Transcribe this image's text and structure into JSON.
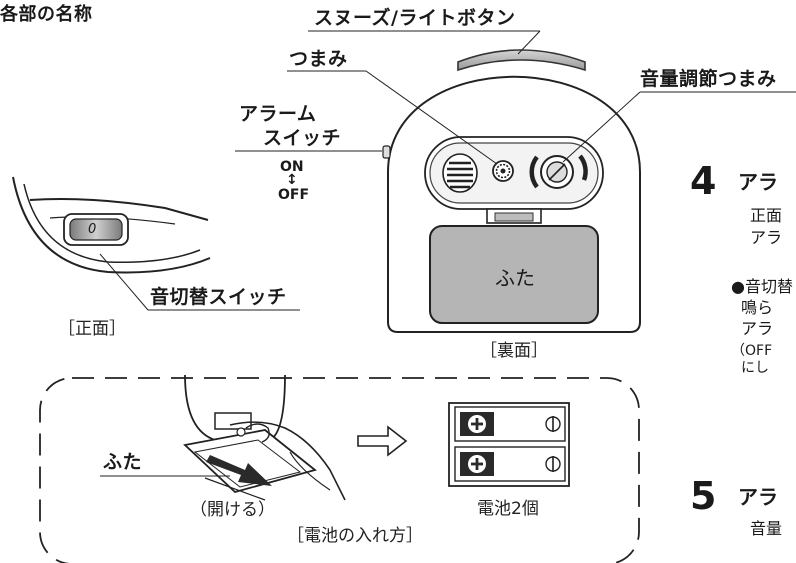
{
  "heading": "各部の名称",
  "labels": {
    "snooze": "スヌーズ/ライトボタン",
    "knob": "つまみ",
    "volume": "音量調節つまみ",
    "alarm_line1": "アラーム",
    "alarm_line2": "スイッチ",
    "on": "ON",
    "arrow": "↕",
    "off": "OFF",
    "sound_switch": "音切替スイッチ",
    "front": "［正面］",
    "back": "［裏面］",
    "lid_on_back": "ふた",
    "lid_on_battery": "ふた",
    "open": "（開ける）",
    "battery_method": "［電池の入れ方］",
    "battery_count": "電池2個",
    "switch_mark": "0"
  },
  "steps": [
    {
      "number": "4",
      "title": "アラ",
      "lines": [
        "正面",
        "アラ"
      ]
    },
    {
      "number": "5",
      "title": "アラ",
      "lines": [
        "音量"
      ]
    }
  ],
  "notes": [
    "●音切替",
    "鳴ら",
    "アラ",
    "（OFF",
    "にし"
  ]
}
